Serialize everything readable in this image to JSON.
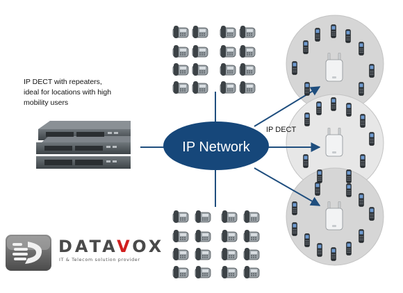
{
  "caption": {
    "line1": "IP DECT with repeaters,",
    "line2": "ideal for locations with high",
    "line3": "mobility users"
  },
  "network_label": "IP Network",
  "dect_label": "IP DECT",
  "logo": {
    "name_part1": "DATA",
    "name_accent": "V",
    "name_part2": "OX",
    "tagline": "IT & Telecom solution provider"
  },
  "colors": {
    "network_fill": "#16477a",
    "link_line": "#1f4e7e",
    "cell_fill": "#d6d6d6",
    "accent_red": "#d11f1f"
  },
  "icons": {
    "pbx": "stacked-switch-icon",
    "desk_phone": "desk-phone-icon",
    "handset": "dect-handset-icon",
    "repeater": "dect-base-station-icon",
    "logo_mark": "datavox-logo-icon"
  }
}
